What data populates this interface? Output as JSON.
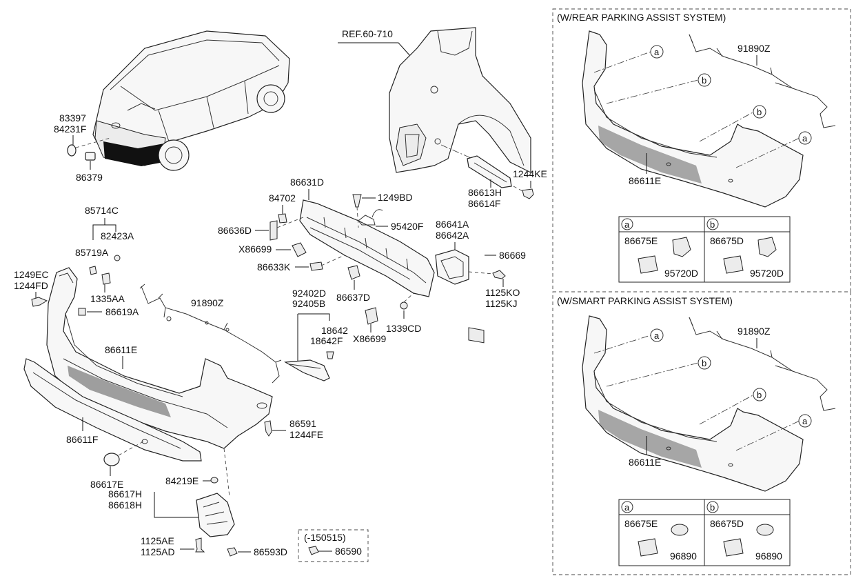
{
  "main": {
    "ref": "REF.60-710",
    "labels": {
      "p83397": "83397",
      "p84231F": "84231F",
      "p86379": "86379",
      "p85714C": "85714C",
      "p82423A": "82423A",
      "p85719A": "85719A",
      "p1249EC": "1249EC",
      "p1244FD": "1244FD",
      "p1335AA": "1335AA",
      "p86619A": "86619A",
      "p91890Z": "91890Z",
      "p86611E": "86611E",
      "p86611F": "86611F",
      "p86617E": "86617E",
      "p84219E": "84219E",
      "p86617H": "86617H",
      "p86618H": "86618H",
      "p1125AE": "1125AE",
      "p1125AD": "1125AD",
      "p86593D": "86593D",
      "p86591": "86591",
      "p1244FE": "1244FE",
      "p86631D": "86631D",
      "p84702": "84702",
      "p86636D": "86636D",
      "pX86699a": "X86699",
      "p86633K": "86633K",
      "p1249BD": "1249BD",
      "p95420F": "95420F",
      "p86641A": "86641A",
      "p86642A": "86642A",
      "p86669": "86669",
      "p1125KO": "1125KO",
      "p1125KJ": "1125KJ",
      "p92402D": "92402D",
      "p92405B": "92405B",
      "p86637D": "86637D",
      "p1339CD": "1339CD",
      "p18642": "18642",
      "p18642F": "18642F",
      "pX86699b": "X86699",
      "p86613H": "86613H",
      "p86614F": "86614F",
      "p1244KE": "1244KE"
    },
    "inset_date": "(-150515)",
    "inset_part": "86590"
  },
  "rear_panel": {
    "title": "(W/REAR PARKING ASSIST SYSTEM)",
    "harness": "91890Z",
    "bumper": "86611E",
    "callouts": [
      "a",
      "b",
      "b",
      "a"
    ],
    "table": {
      "a_key": "a",
      "b_key": "b",
      "a_top": "86675E",
      "a_bottom": "95720D",
      "b_top": "86675D",
      "b_bottom": "95720D"
    }
  },
  "smart_panel": {
    "title": "(W/SMART PARKING ASSIST SYSTEM)",
    "harness": "91890Z",
    "bumper": "86611E",
    "callouts": [
      "a",
      "b",
      "b",
      "a"
    ],
    "table": {
      "a_key": "a",
      "b_key": "b",
      "a_top": "86675E",
      "a_bottom": "96890",
      "b_top": "86675D",
      "b_bottom": "96890"
    }
  }
}
